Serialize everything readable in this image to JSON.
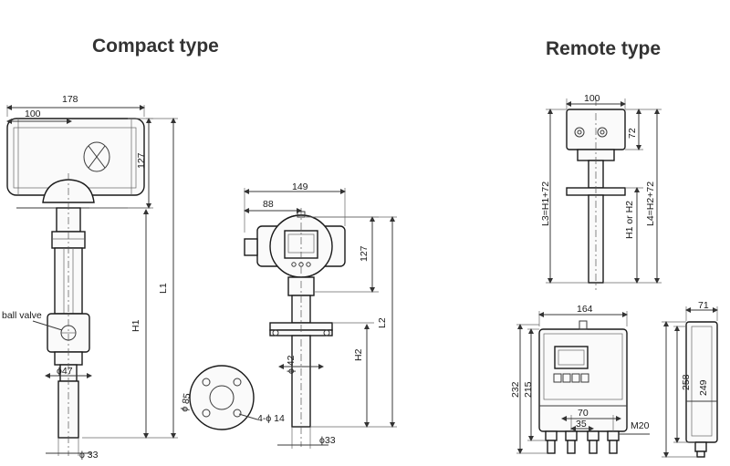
{
  "titles": {
    "compact": "Compact type",
    "remote": "Remote type"
  },
  "compact_dims": {
    "width_178": "178",
    "width_100": "100",
    "height_127": "127",
    "L1": "L1",
    "H1": "H1",
    "ball_valve": "ball valve",
    "phi47": "ϕ47",
    "phi33_left": "ϕ 33",
    "width_149": "149",
    "width_88": "88",
    "height_127_b": "127",
    "L2": "L2",
    "H2": "H2",
    "phi42": "ϕ 42",
    "phi33_right": "ϕ33",
    "phi85": "ϕ 85",
    "holes": "4-ϕ 14"
  },
  "remote_dims": {
    "width_100": "100",
    "height_72": "72",
    "L3": "L3=H1+72",
    "H1orH2": "H1 or H2",
    "L4": "L4=H2+72",
    "width_164": "164",
    "height_232": "232",
    "height_215": "215",
    "width_70": "70",
    "width_35": "35",
    "M20": "M20",
    "width_71": "71",
    "height_258": "258",
    "height_249": "249"
  },
  "colors": {
    "title": "#333333",
    "line": "#1a1a1a"
  }
}
